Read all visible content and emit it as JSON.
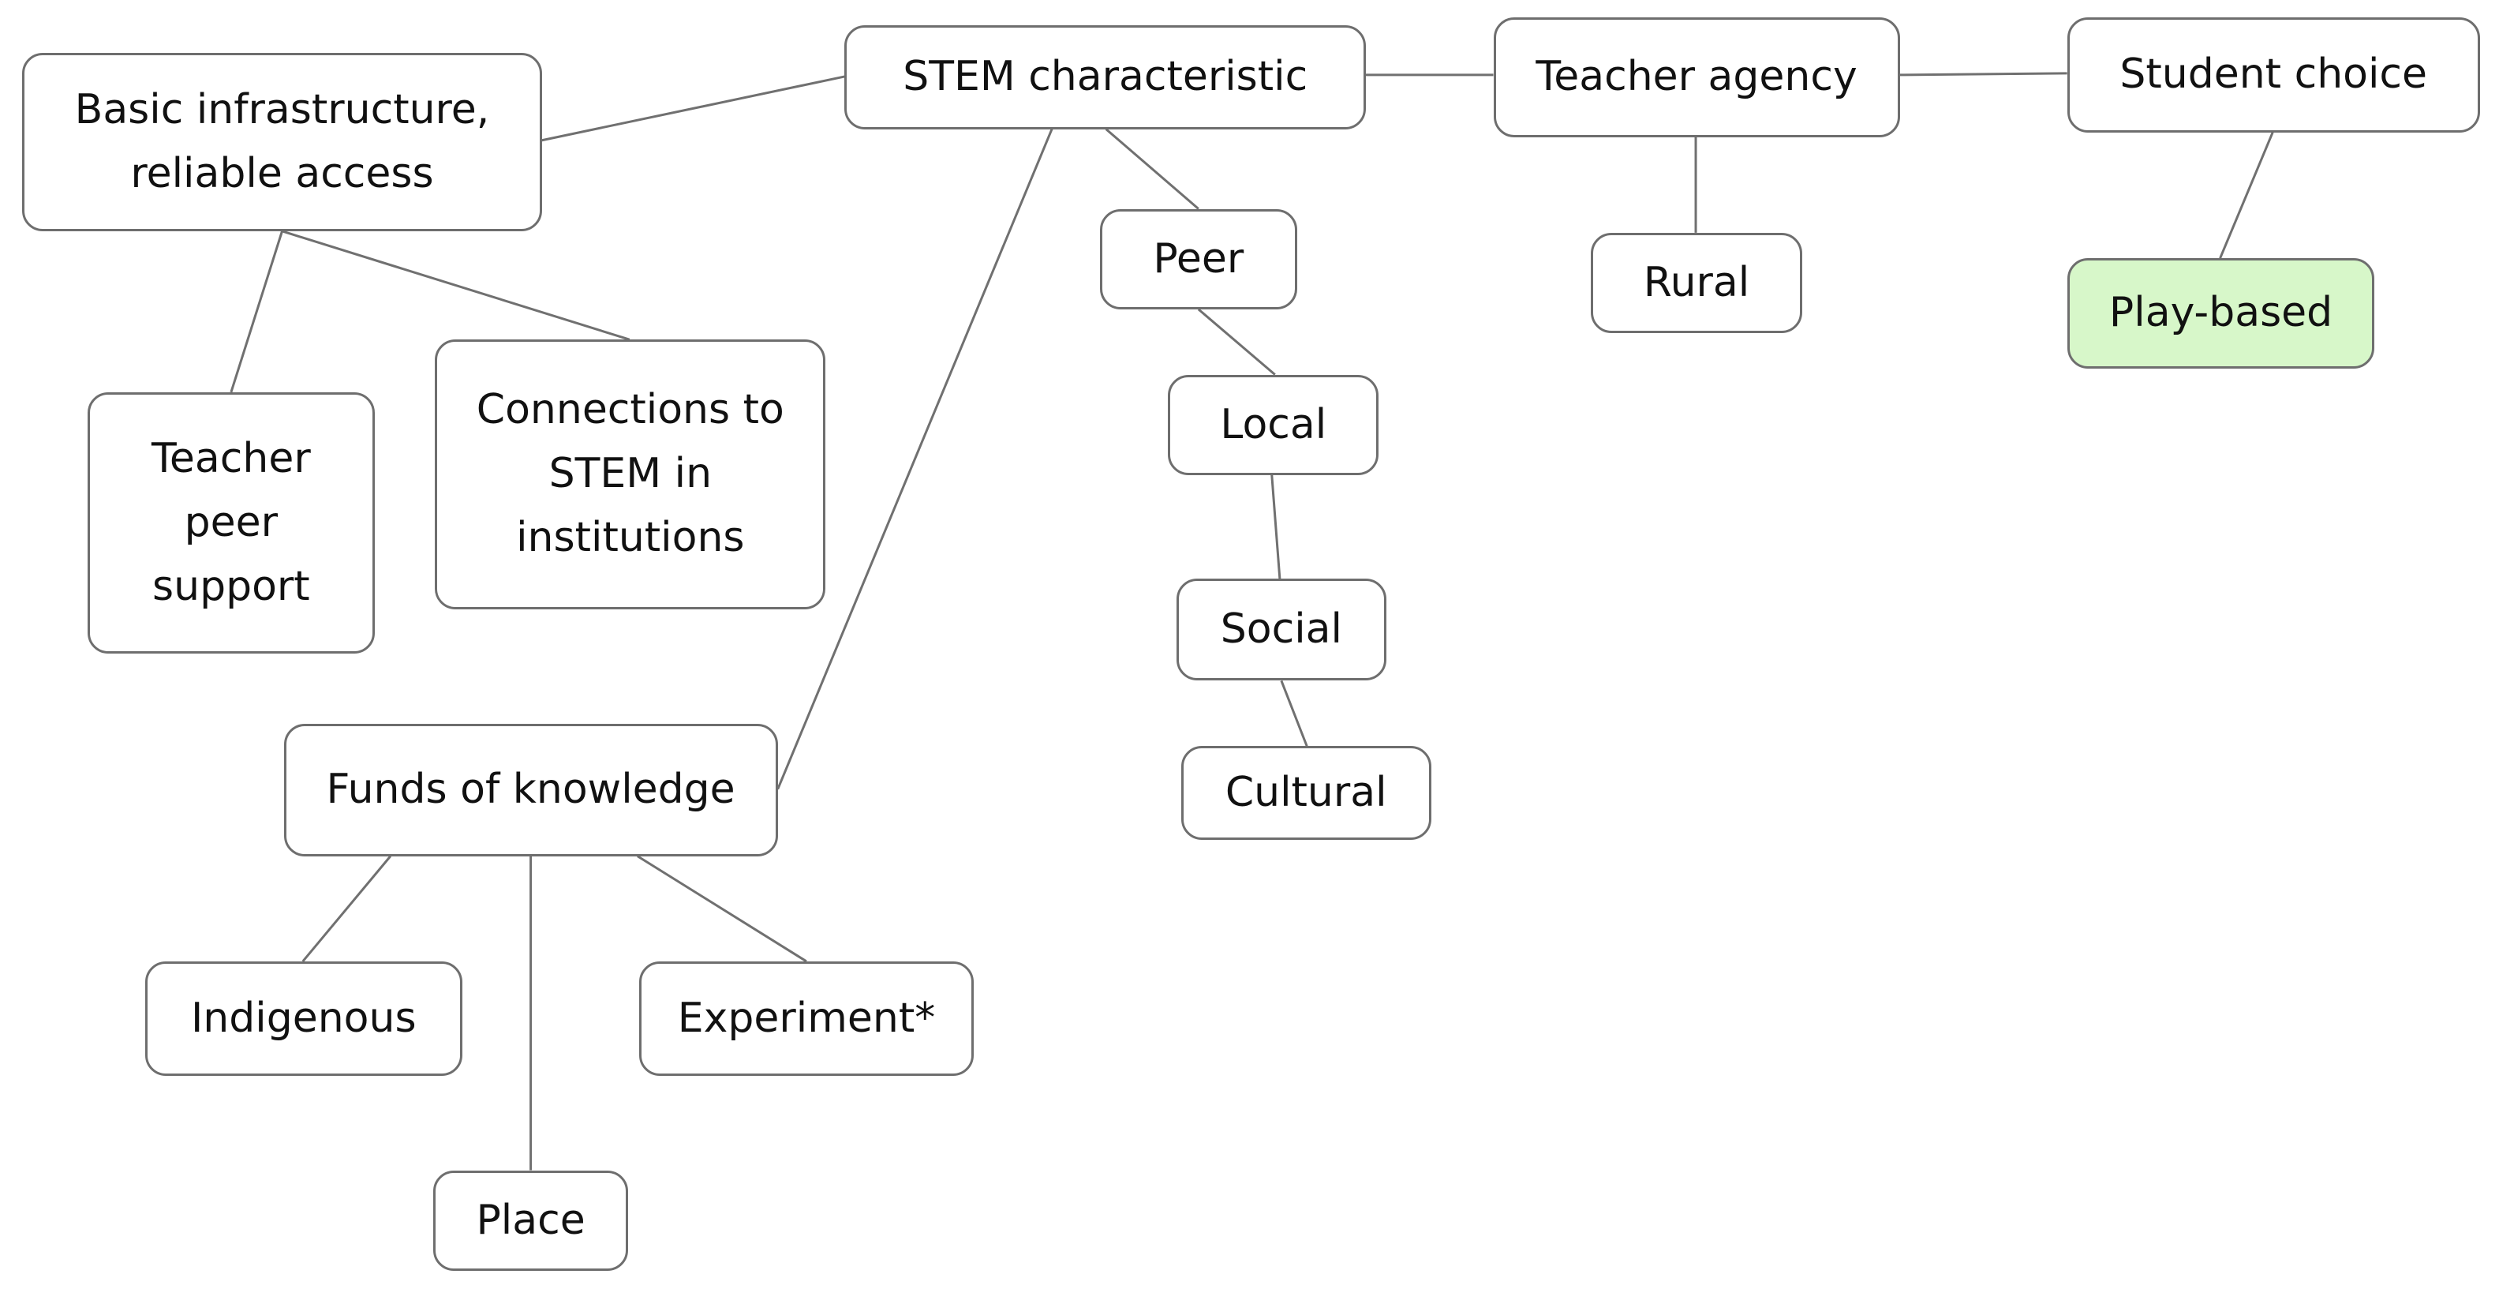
{
  "diagram": {
    "highlight_color": "#d7f7c9",
    "nodes": [
      {
        "id": "stem",
        "label": "STEM characteristic"
      },
      {
        "id": "infra",
        "label": "Basic infrastructure,\nreliable access"
      },
      {
        "id": "teacher_agency",
        "label": "Teacher agency"
      },
      {
        "id": "student_choice",
        "label": "Student choice"
      },
      {
        "id": "peer",
        "label": "Peer"
      },
      {
        "id": "local",
        "label": "Local"
      },
      {
        "id": "social",
        "label": "Social"
      },
      {
        "id": "cultural",
        "label": "Cultural"
      },
      {
        "id": "rural",
        "label": "Rural"
      },
      {
        "id": "play",
        "label": "Play-based",
        "highlighted": true
      },
      {
        "id": "tps",
        "label": "Teacher\npeer\nsupport"
      },
      {
        "id": "conn",
        "label": "Connections to\nSTEM in\ninstitutions"
      },
      {
        "id": "funds",
        "label": "Funds of knowledge"
      },
      {
        "id": "indig",
        "label": "Indigenous"
      },
      {
        "id": "exper",
        "label": "Experiment*"
      },
      {
        "id": "place",
        "label": "Place"
      }
    ],
    "edges": [
      [
        "infra",
        "stem"
      ],
      [
        "stem",
        "teacher_agency"
      ],
      [
        "teacher_agency",
        "student_choice"
      ],
      [
        "stem",
        "peer"
      ],
      [
        "peer",
        "local"
      ],
      [
        "local",
        "social"
      ],
      [
        "social",
        "cultural"
      ],
      [
        "stem",
        "funds"
      ],
      [
        "teacher_agency",
        "rural"
      ],
      [
        "student_choice",
        "play"
      ],
      [
        "infra",
        "tps"
      ],
      [
        "infra",
        "conn"
      ],
      [
        "funds",
        "indig"
      ],
      [
        "funds",
        "place"
      ],
      [
        "funds",
        "exper"
      ]
    ]
  }
}
